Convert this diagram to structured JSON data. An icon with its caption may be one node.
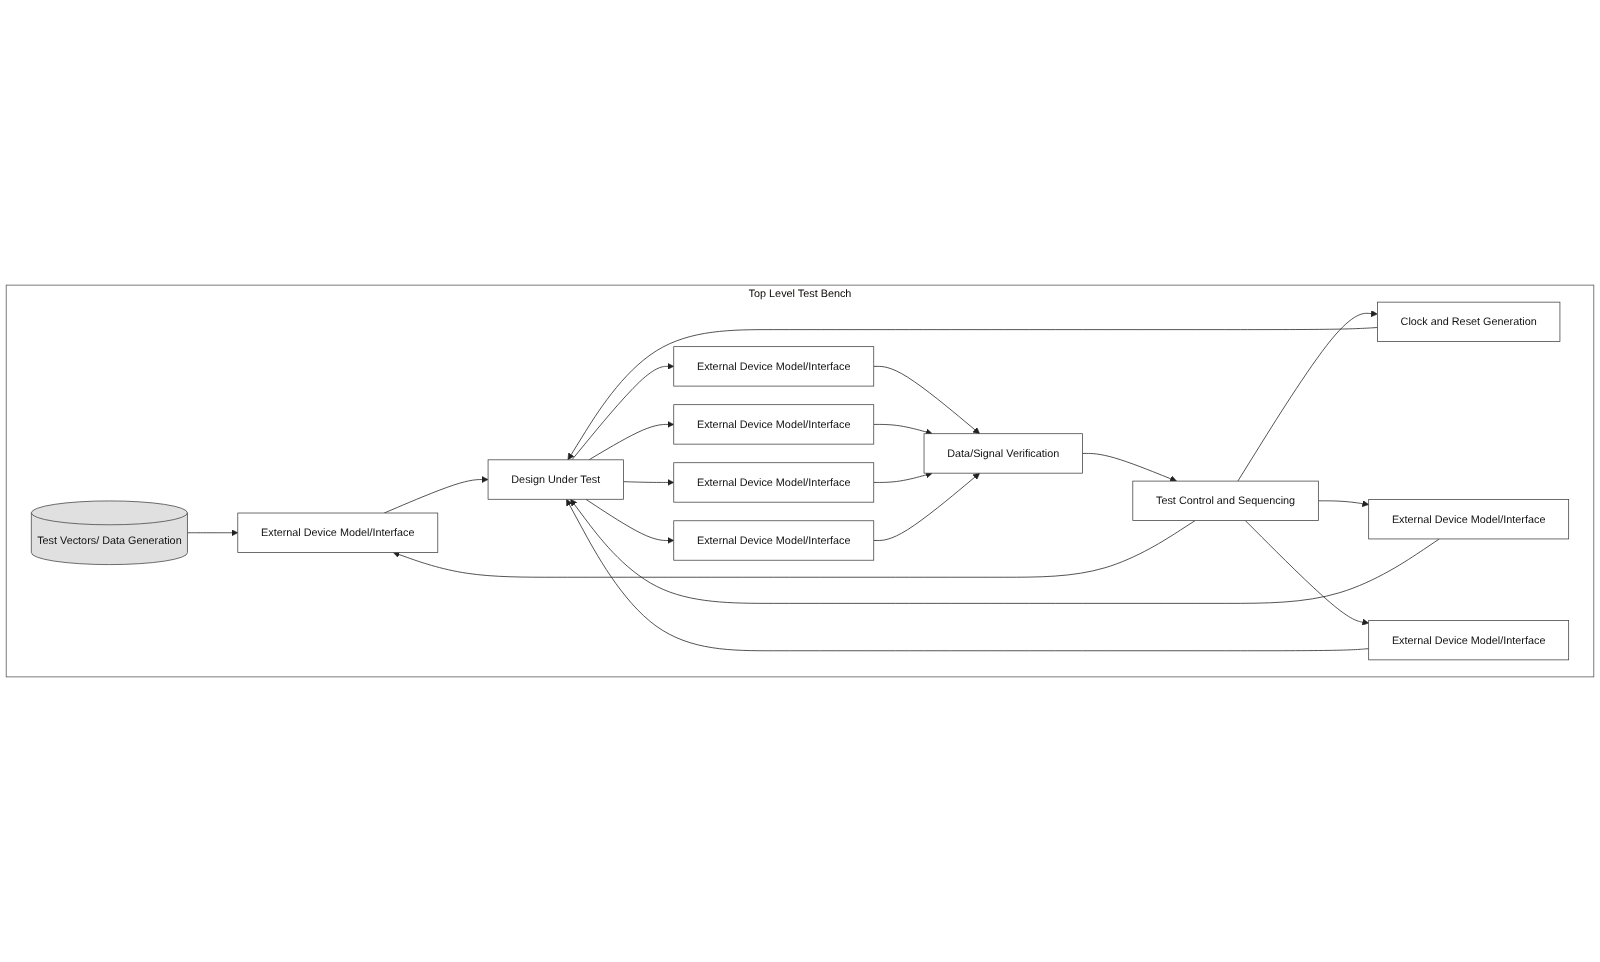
{
  "diagram": {
    "nodes": [
      {
        "text": [
          "Top Level Test Bench"
        ]
      },
      {
        "text": [
          "Test Control and Sequencing"
        ],
        "in": 0
      },
      {
        "text": [
          "Clock and Reset Generation"
        ],
        "in": 0
      },
      {
        "text": [
          "Test Vectors/ Data Generation"
        ],
        "in": 0
      },
      {
        "text": [
          "External Device Model/Interface"
        ],
        "in": 0
      },
      {
        "text": [
          "External Device Model/Interface"
        ],
        "in": 0
      },
      {
        "text": [
          "External Device Model/Interface"
        ],
        "in": 0
      },
      {
        "text": [
          "Design Under Test"
        ],
        "in": 0
      },
      {
        "text": [
          "External Device Model/Interface"
        ],
        "in": 0
      },
      {
        "text": [
          "External Device Model/Interface"
        ],
        "in": 0
      },
      {
        "text": [
          "External Device Model/Interface"
        ],
        "in": 0
      },
      {
        "text": [
          "External Device Model/Interface"
        ],
        "in": 0
      },
      {
        "text": [
          "Data/Signal Verification"
        ],
        "in": 0
      }
    ],
    "edges": [
      {
        "from": 1,
        "to": 2,
        "arrow": "to"
      },
      {
        "from": 1,
        "to": 4,
        "arrow": "to"
      },
      {
        "from": 1,
        "to": 5,
        "arrow": "to"
      },
      {
        "from": 1,
        "to": 6,
        "arrow": "to"
      },
      {
        "from": 3,
        "to": 4,
        "arrow": "to"
      },
      {
        "from": 2,
        "to": 7,
        "arrow": "to"
      },
      {
        "from": 4,
        "to": 7,
        "arrow": "to"
      },
      {
        "from": 5,
        "to": 7,
        "arrow": "to"
      },
      {
        "from": 6,
        "to": 7,
        "arrow": "to"
      },
      {
        "from": 7,
        "to": 8,
        "arrow": "to"
      },
      {
        "from": 7,
        "to": 9,
        "arrow": "to"
      },
      {
        "from": 7,
        "to": 10,
        "arrow": "to"
      },
      {
        "from": 7,
        "to": 11,
        "arrow": "to"
      },
      {
        "from": 8,
        "to": 12,
        "arrow": "to"
      },
      {
        "from": 9,
        "to": 12,
        "arrow": "to"
      },
      {
        "from": 10,
        "to": 12,
        "arrow": "to"
      },
      {
        "from": 11,
        "to": 12,
        "arrow": "to"
      },
      {
        "from": 12,
        "to": 1,
        "arrow": "to"
      }
    ]
  }
}
